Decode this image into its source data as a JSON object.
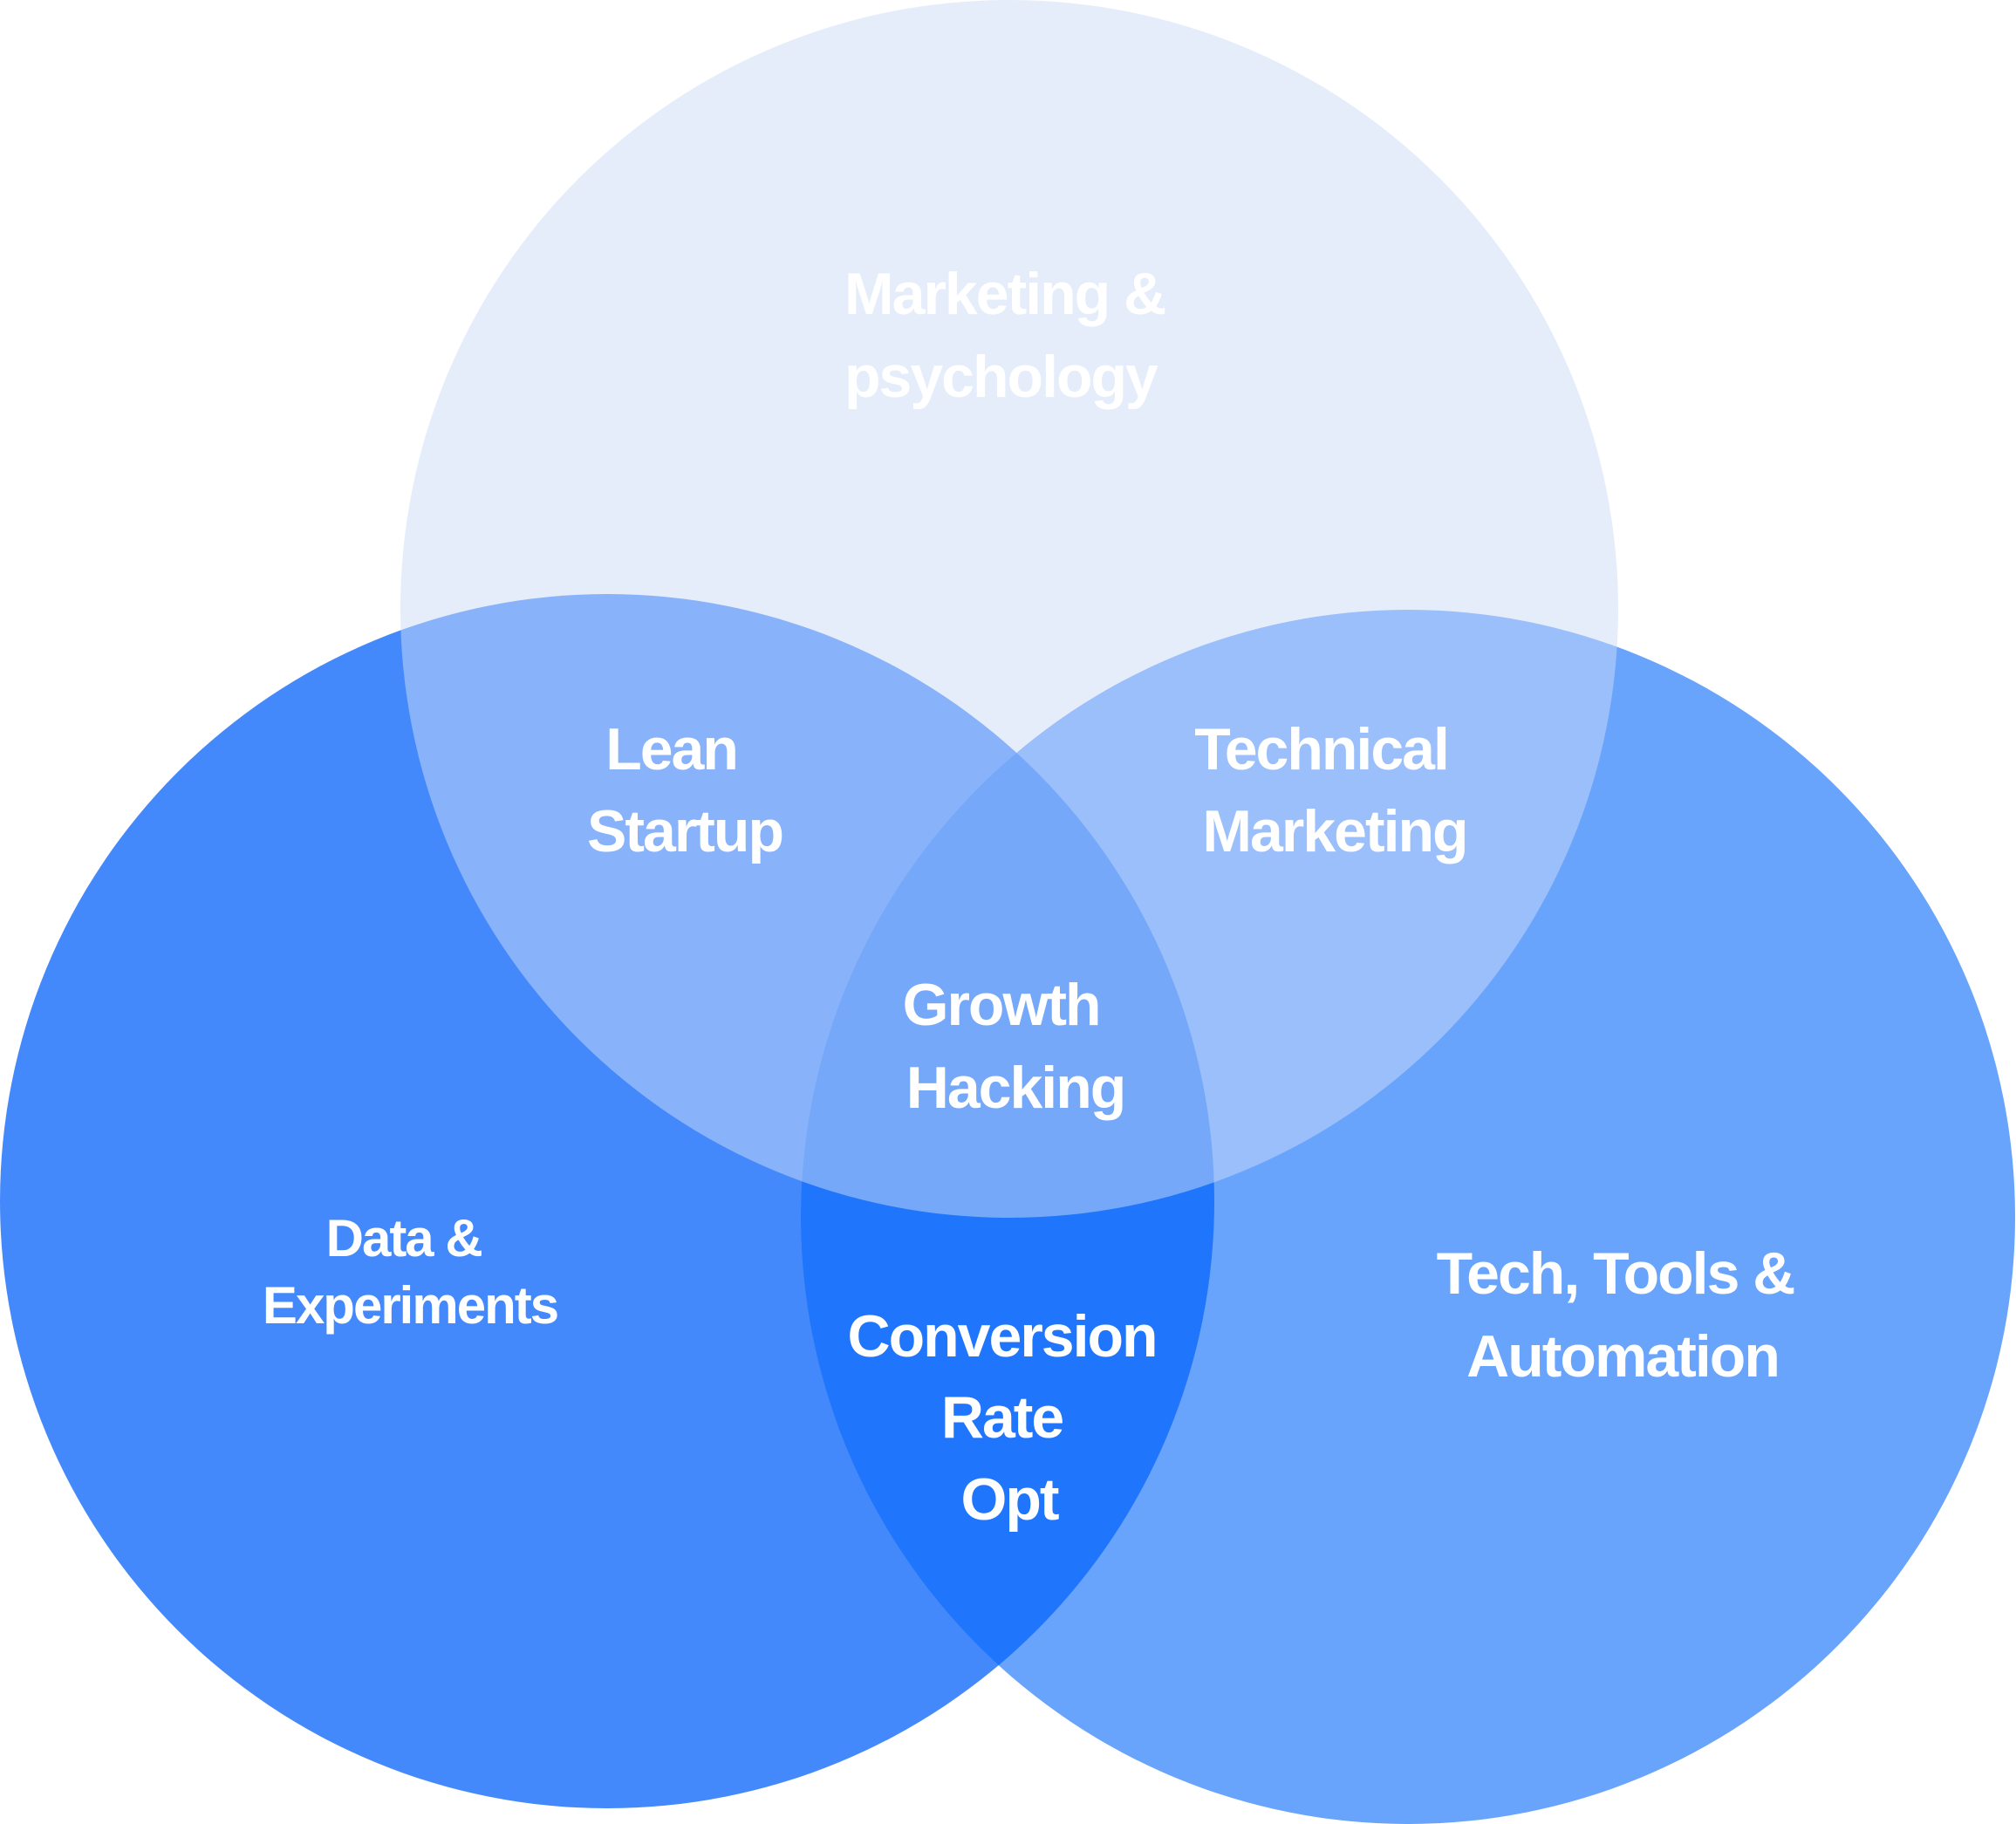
{
  "colors": {
    "background": "#ffffff",
    "left_circle": "#4489fb",
    "right_circle": "#68a3fc",
    "top_circle": "#cbdcf8",
    "center_lens": "#1f75fb",
    "label_text": "#ffffff"
  },
  "circles": {
    "top": {
      "lines": [
        "Marketing &",
        "psychology"
      ]
    },
    "left": {
      "lines": [
        "Data &",
        "Experiments"
      ]
    },
    "right": {
      "lines": [
        "Tech, Tools &",
        "Automation"
      ]
    }
  },
  "overlaps": {
    "top_left": {
      "lines": [
        "Lean",
        "Startup"
      ]
    },
    "top_right": {
      "lines": [
        "Technical",
        "Marketing"
      ]
    },
    "left_right": {
      "lines": [
        "Conversion",
        "Rate",
        "Opt"
      ]
    },
    "center": {
      "lines": [
        "Growth",
        "Hacking"
      ]
    }
  }
}
